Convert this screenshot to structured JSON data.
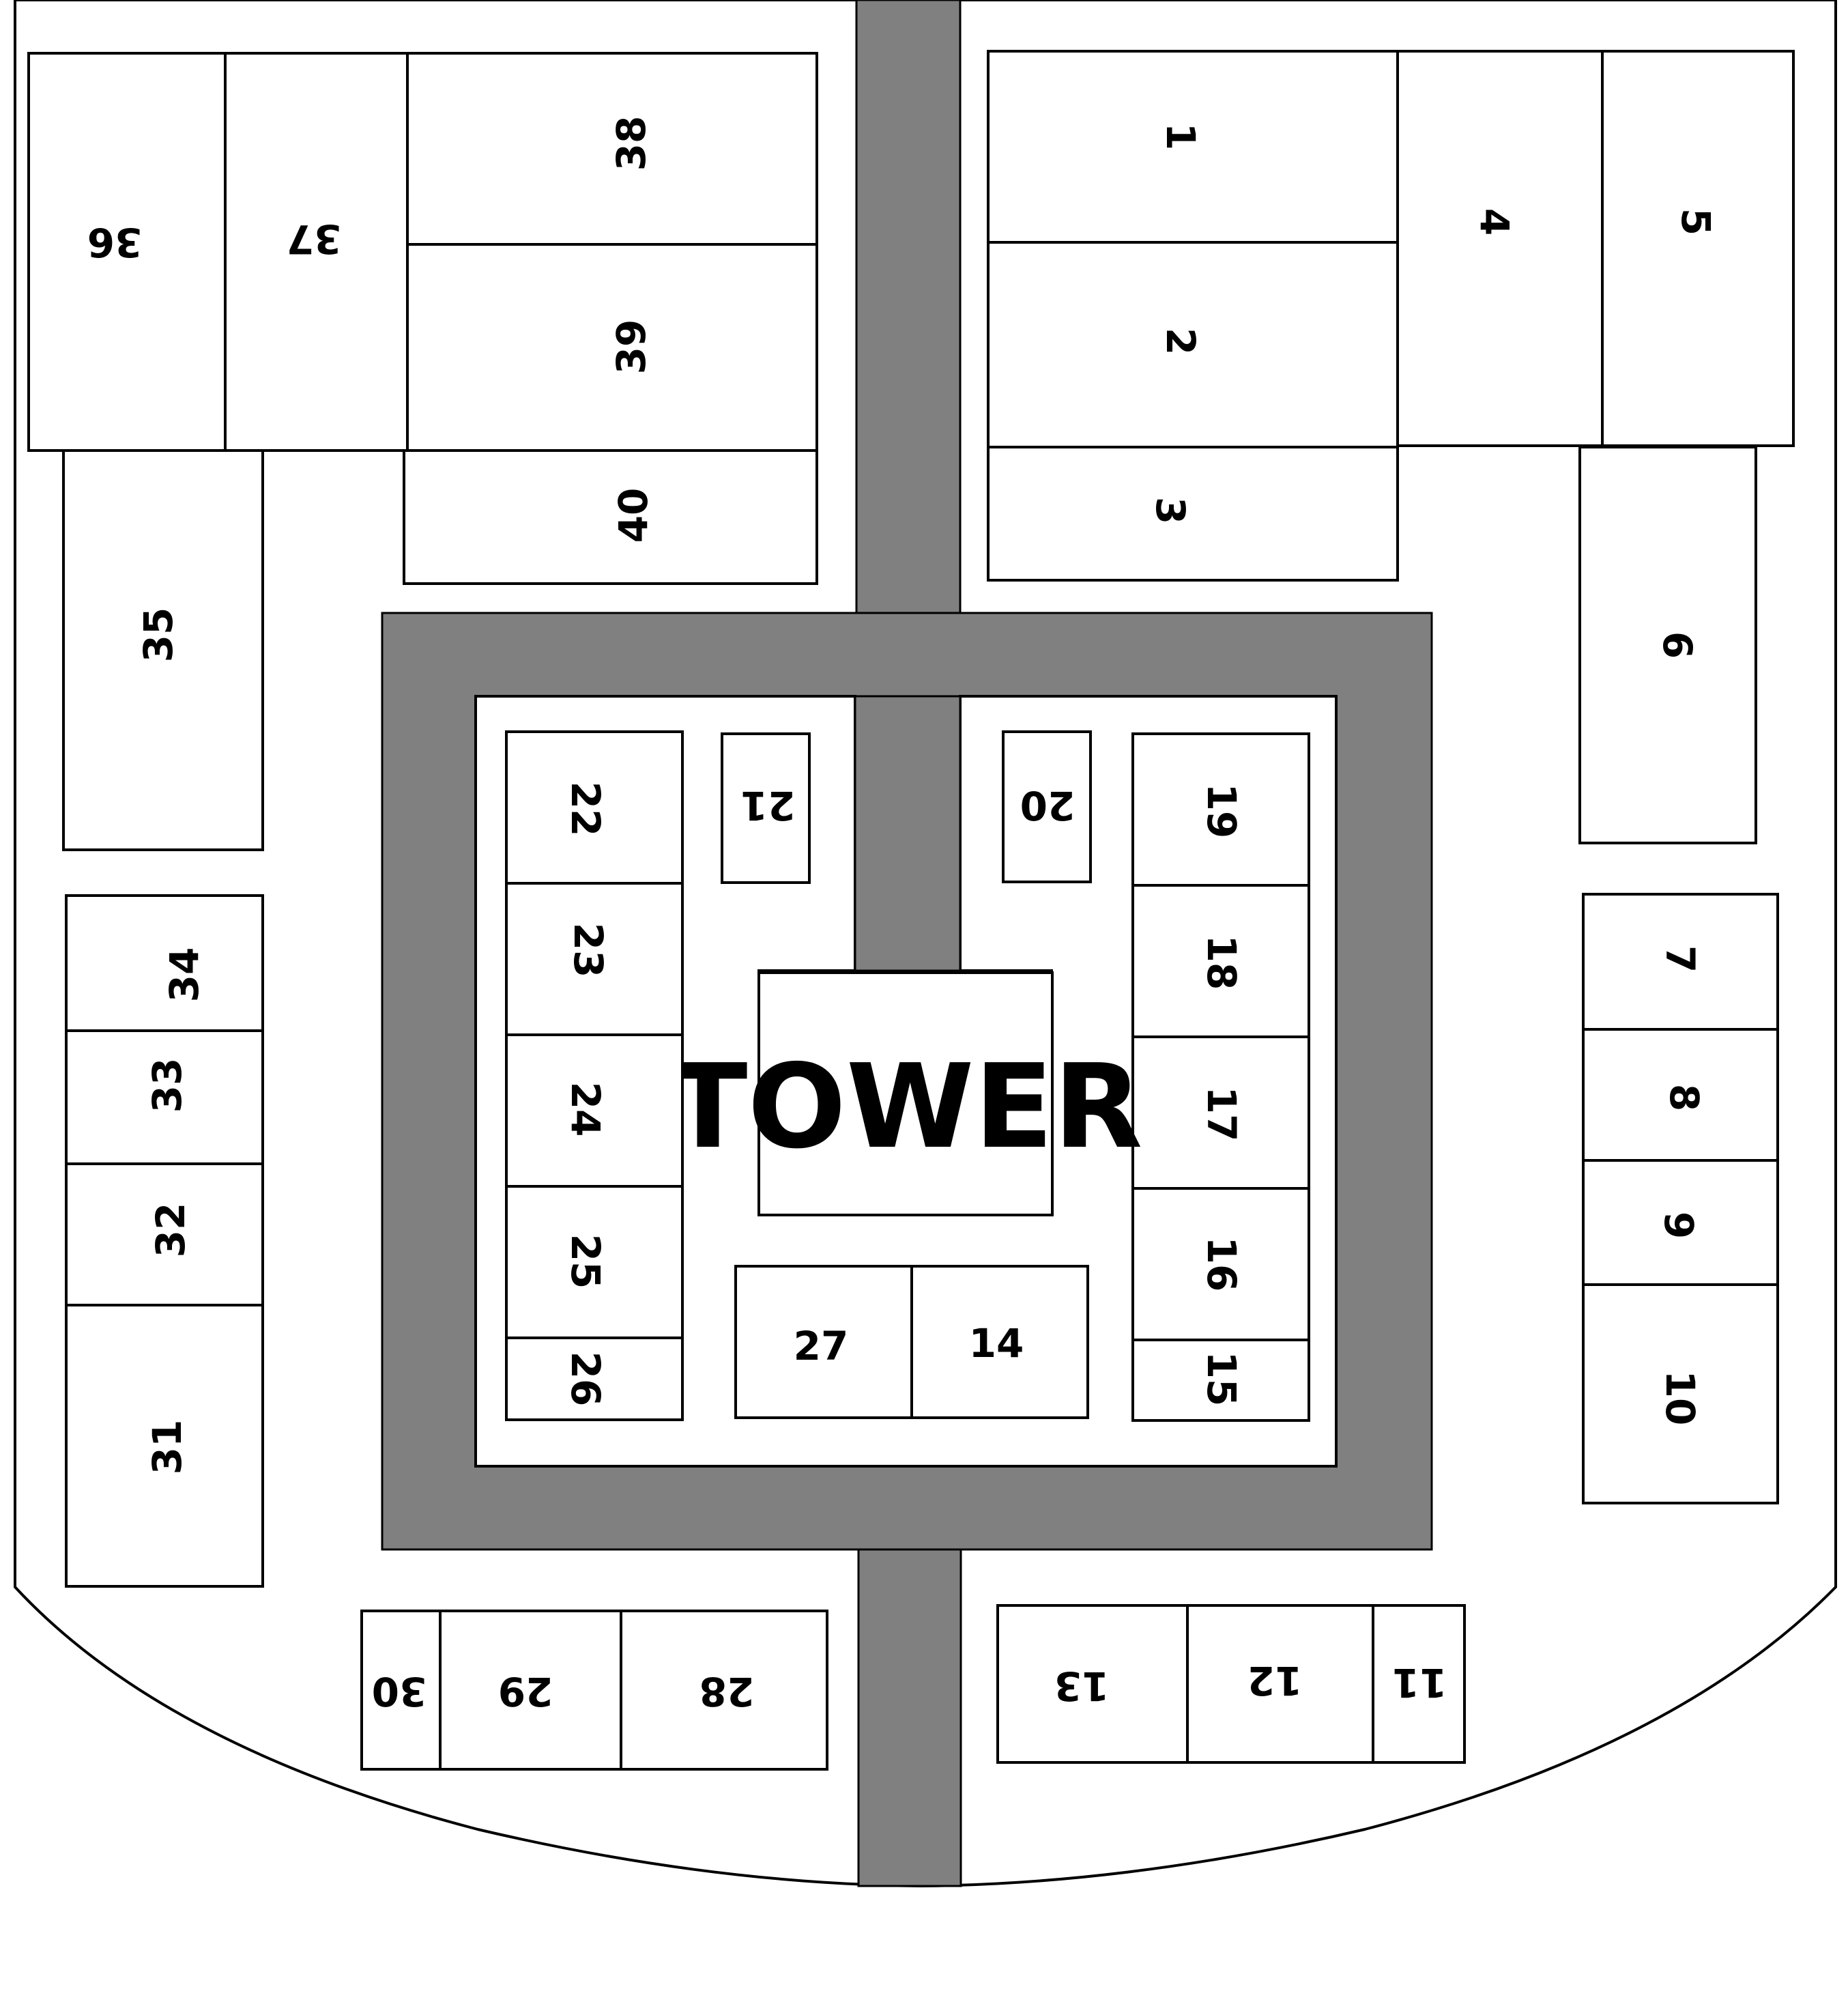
{
  "map": {
    "tower_label": "TOWER",
    "colors": {
      "road": "#808080",
      "plot": "#ffffff",
      "line": "#000000"
    },
    "plots": {
      "p1": "1",
      "p2": "2",
      "p3": "3",
      "p4": "4",
      "p5": "5",
      "p6": "6",
      "p7": "7",
      "p8": "8",
      "p9": "9",
      "p10": "10",
      "p11": "11",
      "p12": "12",
      "p13": "13",
      "p14": "14",
      "p15": "15",
      "p16": "16",
      "p17": "17",
      "p18": "18",
      "p19": "19",
      "p20": "20",
      "p21": "21",
      "p22": "22",
      "p23": "23",
      "p24": "24",
      "p25": "25",
      "p26": "26",
      "p27": "27",
      "p28": "28",
      "p29": "29",
      "p30": "30",
      "p31": "31",
      "p32": "32",
      "p33": "33",
      "p34": "34",
      "p35": "35",
      "p36": "36",
      "p37": "37",
      "p38": "38",
      "p39": "39",
      "p40": "40"
    }
  }
}
